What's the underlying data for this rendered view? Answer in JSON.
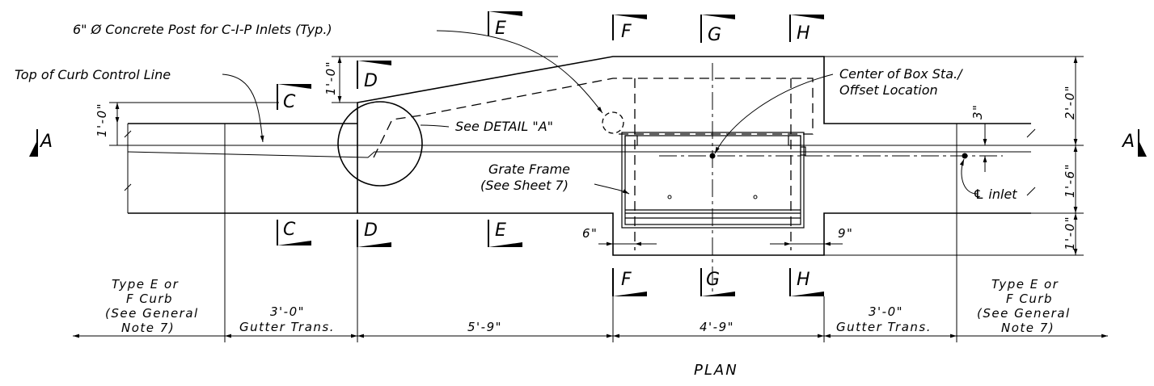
{
  "labels": {
    "concrete_post": "6\" Ø Concrete Post for C-I-P Inlets (Typ.)",
    "top_of_curb": "Top of Curb Control Line",
    "see_detail": "See DETAIL \"A\"",
    "center_box_1": "Center of Box Sta./",
    "center_box_2": "Offset Location",
    "grate_frame_1": "Grate Frame",
    "grate_frame_2": "(See Sheet 7)",
    "cl_inlet": "℄ inlet",
    "plan": "PLAN"
  },
  "section_marks": {
    "A": "A",
    "C": "C",
    "D": "D",
    "E": "E",
    "F": "F",
    "G": "G",
    "H": "H"
  },
  "dimensions": {
    "left_top_1ft": "1'-0\"",
    "d_1ft": "1'-0\"",
    "right_2ft": "2'-0\"",
    "right_18in": "1'-6\"",
    "right_1ft": "1'-0\"",
    "three_in": "3\"",
    "six_in": "6\"",
    "nine_in": "9\"",
    "gutter_left": "3'-0\"",
    "gutter_left_label": "Gutter Trans.",
    "span_5_9": "5'-9\"",
    "span_4_9": "4'-9\"",
    "gutter_right": "3'-0\"",
    "gutter_right_label": "Gutter Trans."
  },
  "curb_left": [
    "Type E or",
    "F Curb",
    "(See General",
    "Note 7)"
  ],
  "curb_right": [
    "Type E or",
    "F Curb",
    "(See General",
    "Note 7)"
  ]
}
